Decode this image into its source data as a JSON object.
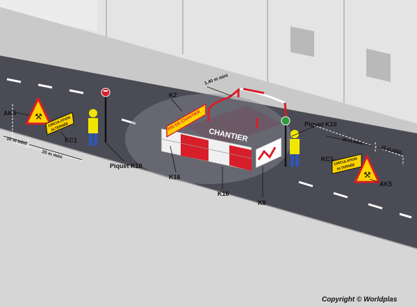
{
  "diagram": {
    "labels": {
      "ak5_left": "AK5",
      "kc1_left": "KC1",
      "piquet_left": "Piquet K10",
      "k2": "K2",
      "k16_left": "K16",
      "k16_mid": "K16",
      "k8": "K8",
      "piquet_right": "Piquet K10",
      "kc1_right": "KC1",
      "ak5_right": "AK5"
    },
    "dimensions": {
      "left_10": "10 m mini",
      "left_20": "20 m mini",
      "right_20": "20 m mini",
      "right_10": "10 m mini",
      "barrier_width": "1,40 m mini"
    },
    "signs": {
      "circulation_left_1": "CIRCULATION",
      "circulation_left_2": "ALTERNÉE",
      "circulation_right_1": "CIRCULATION",
      "circulation_right_2": "ALTERNÉE",
      "fin_de_chantier": "FIN DE CHANTIER",
      "chantier": "CHANTIER"
    },
    "copyright": "Copyright © Worldplas"
  },
  "colors": {
    "road": "#4b4b55",
    "sidewalk": "#d4d4d4",
    "wall": "#e6e6e6",
    "sign_yellow": "#ffd200",
    "barrier_red": "#d81e2a",
    "worker_vest": "#f2e600"
  }
}
